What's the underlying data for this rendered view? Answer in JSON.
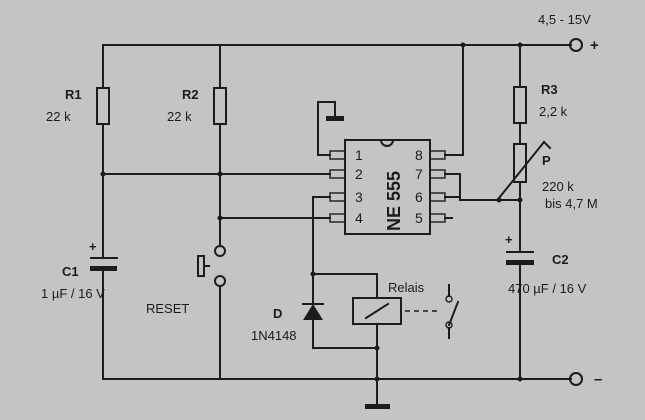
{
  "supply": {
    "voltage": "4,5 - 15V",
    "plus": "+",
    "minus": "–"
  },
  "ic": {
    "name": "NE 555",
    "pins": [
      "1",
      "2",
      "3",
      "4",
      "5",
      "6",
      "7",
      "8"
    ]
  },
  "components": {
    "r1": {
      "ref": "R1",
      "value": "22 k"
    },
    "r2": {
      "ref": "R2",
      "value": "22 k"
    },
    "r3": {
      "ref": "R3",
      "value": "2,2 k"
    },
    "p": {
      "ref": "P",
      "value": "220 k",
      "value2": "bis 4,7 M"
    },
    "c1": {
      "ref": "C1",
      "value": "1 µF / 16 V",
      "polarity": "+"
    },
    "c2": {
      "ref": "C2",
      "value": "470 µF / 16 V",
      "polarity": "+"
    },
    "d": {
      "ref": "D",
      "value": "1N4148"
    },
    "reset": {
      "label": "RESET"
    },
    "relay": {
      "label": "Relais"
    }
  }
}
